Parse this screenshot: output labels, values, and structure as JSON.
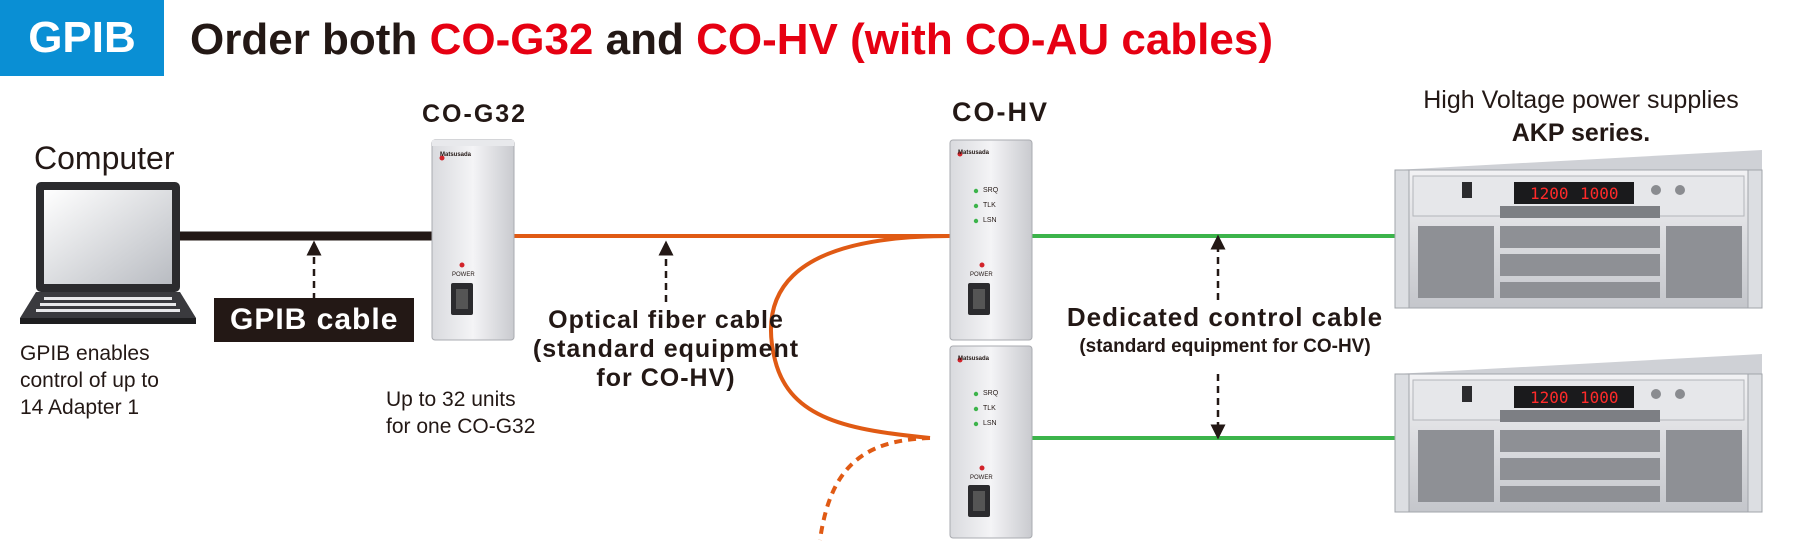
{
  "badge": "GPIB",
  "headline": {
    "part1": "Order both ",
    "part2": "CO-G32",
    "part3": " and ",
    "part4": "CO-HV (with CO-AU cables)"
  },
  "labels": {
    "computer": "Computer",
    "co_g32": "CO-G32",
    "co_hv": "CO-HV",
    "hv_line1": "High Voltage power supplies",
    "hv_line2": "AKP series.",
    "gpib_cable": "GPIB cable",
    "gpib_note": [
      "GPIB enables",
      "control of up to",
      "14 Adapter 1"
    ],
    "units_note": [
      "Up to 32 units",
      "for one CO-G32"
    ],
    "optical": [
      "Optical fiber cable",
      "(standard equipment",
      "for CO-HV)"
    ],
    "dedicated": [
      "Dedicated control cable",
      "(standard equipment for CO-HV)"
    ],
    "panel_power": "POWER",
    "indicators": [
      "SRQ",
      "TLK",
      "LSN"
    ],
    "brand": "Matsusada",
    "display1": "1200",
    "display2": "1000"
  },
  "colors": {
    "badge": "#0a8fd4",
    "accent_red": "#e60012",
    "optical_fiber": "#e05a14",
    "control_cable": "#3cb44b",
    "gpib_cable": "#231815"
  }
}
